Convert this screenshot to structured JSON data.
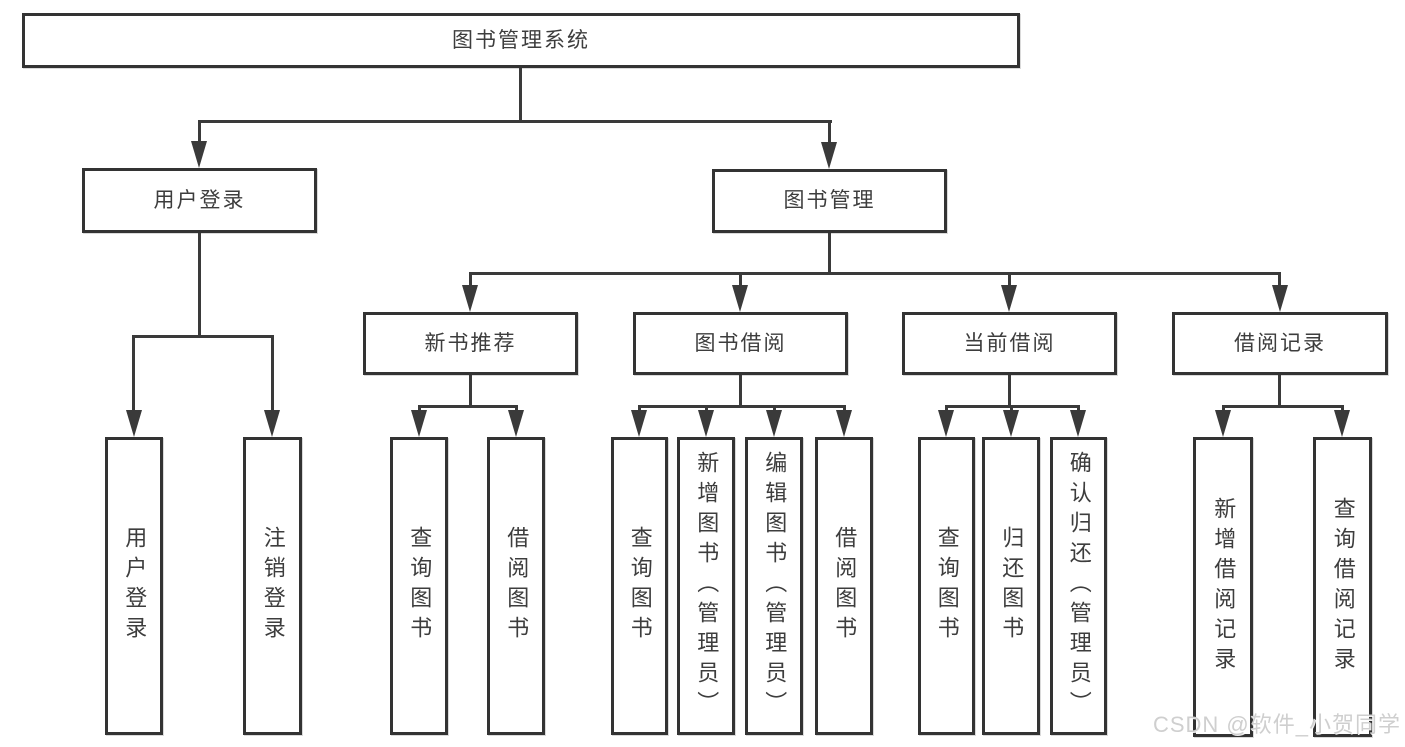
{
  "tree": {
    "root": {
      "label": "图书管理系统"
    },
    "branches": [
      {
        "label": "用户登录",
        "children": [
          {
            "label": "用户登录"
          },
          {
            "label": "注销登录"
          }
        ]
      },
      {
        "label": "图书管理",
        "children": [
          {
            "label": "新书推荐",
            "children": [
              {
                "label": "查询图书"
              },
              {
                "label": "借阅图书"
              }
            ]
          },
          {
            "label": "图书借阅",
            "children": [
              {
                "label": "查询图书"
              },
              {
                "label": "新增图书（管理员）"
              },
              {
                "label": "编辑图书（管理员）"
              },
              {
                "label": "借阅图书"
              }
            ]
          },
          {
            "label": "当前借阅",
            "children": [
              {
                "label": "查询图书"
              },
              {
                "label": "归还图书"
              },
              {
                "label": "确认归还（管理员）"
              }
            ]
          },
          {
            "label": "借阅记录",
            "children": [
              {
                "label": "新增借阅记录"
              },
              {
                "label": "查询借阅记录"
              }
            ]
          }
        ]
      }
    ]
  },
  "watermark": "CSDN @软件_小贺同学",
  "colors": {
    "line": "#3a3a3a",
    "box_border": "#333333",
    "box_fill": "#ffffff",
    "text": "#3d3d3d",
    "watermark": "#cfcfcf"
  }
}
